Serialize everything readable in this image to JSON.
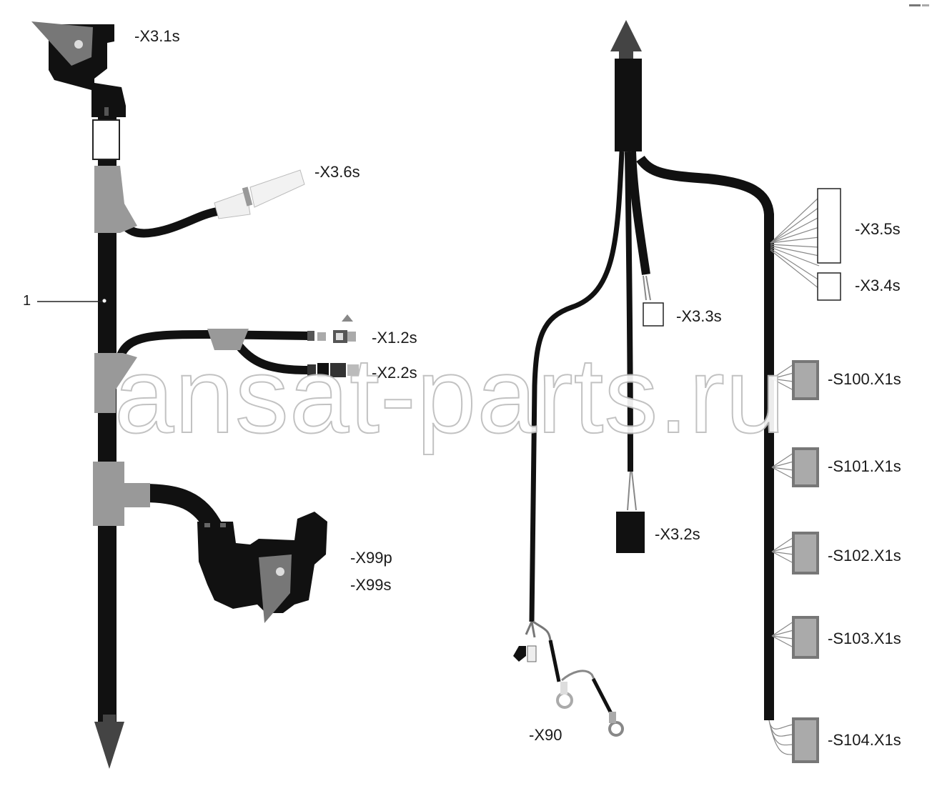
{
  "labels": {
    "x3_1s": "-X3.1s",
    "x3_6s": "-X3.6s",
    "item_1": "1",
    "x1_2s": "-X1.2s",
    "x2_2s": "-X2.2s",
    "x99p": "-X99p",
    "x99s": "-X99s",
    "x3_5s": "-X3.5s",
    "x3_4s": "-X3.4s",
    "x3_3s": "-X3.3s",
    "s100": "-S100.X1s",
    "s101": "-S101.X1s",
    "s102": "-S102.X1s",
    "s103": "-S103.X1s",
    "s104": "-S104.X1s",
    "x3_2s": "-X3.2s",
    "x90": "-X90"
  },
  "watermark": "ansat-parts.ru",
  "colors": {
    "cable": "#111111",
    "sleeve": "#9a9a9a",
    "arrow": "#444444",
    "connector_light": "#e8e8e8"
  }
}
